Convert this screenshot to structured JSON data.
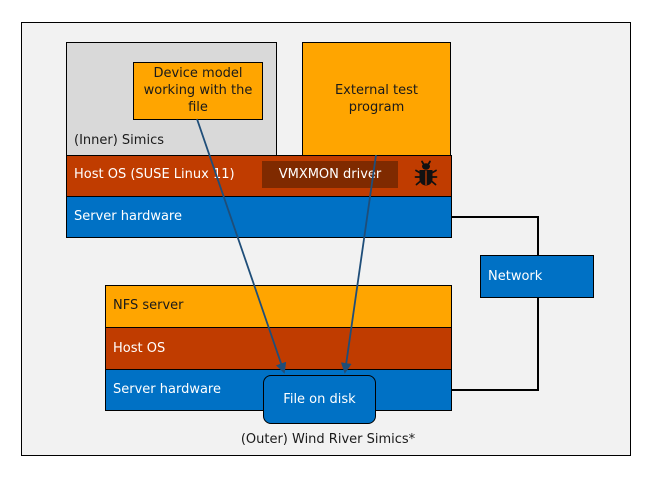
{
  "diagram": {
    "outer_frame_label": "(Outer) Wind River Simics*",
    "inner_simics": {
      "label": "(Inner) Simics"
    },
    "device_model": {
      "label_lines": [
        "Device model",
        "working with the",
        "file"
      ]
    },
    "external_test": {
      "label_lines": [
        "External test",
        "program"
      ]
    },
    "host_os_top": {
      "label": "Host OS (SUSE Linux 11)"
    },
    "vmxmon": {
      "label": "VMXMON driver"
    },
    "bug_icon": "bug-icon",
    "server_hw_top": {
      "label": "Server hardware"
    },
    "network": {
      "label": "Network"
    },
    "nfs_server": {
      "label": "NFS server"
    },
    "host_os_bottom": {
      "label": "Host OS"
    },
    "server_hw_bottom": {
      "label": "Server hardware"
    },
    "file_on_disk": {
      "label": "File on disk"
    },
    "colors": {
      "frame_bg": "#f2f2f2",
      "inner_simics_bg": "#d9d9d9",
      "orange": "#ffa500",
      "host_os": "#c03c00",
      "vmxmon": "#7f2a00",
      "blue": "#0071c5",
      "arrow": "#1f4e79"
    },
    "connections": [
      {
        "from": "device-model",
        "to": "file-on-disk",
        "type": "arrow"
      },
      {
        "from": "external-test-program",
        "to": "file-on-disk",
        "type": "arrow"
      },
      {
        "from": "server-hardware-top",
        "to": "network",
        "type": "line"
      },
      {
        "from": "network",
        "to": "server-hardware-bottom",
        "type": "line"
      }
    ]
  }
}
